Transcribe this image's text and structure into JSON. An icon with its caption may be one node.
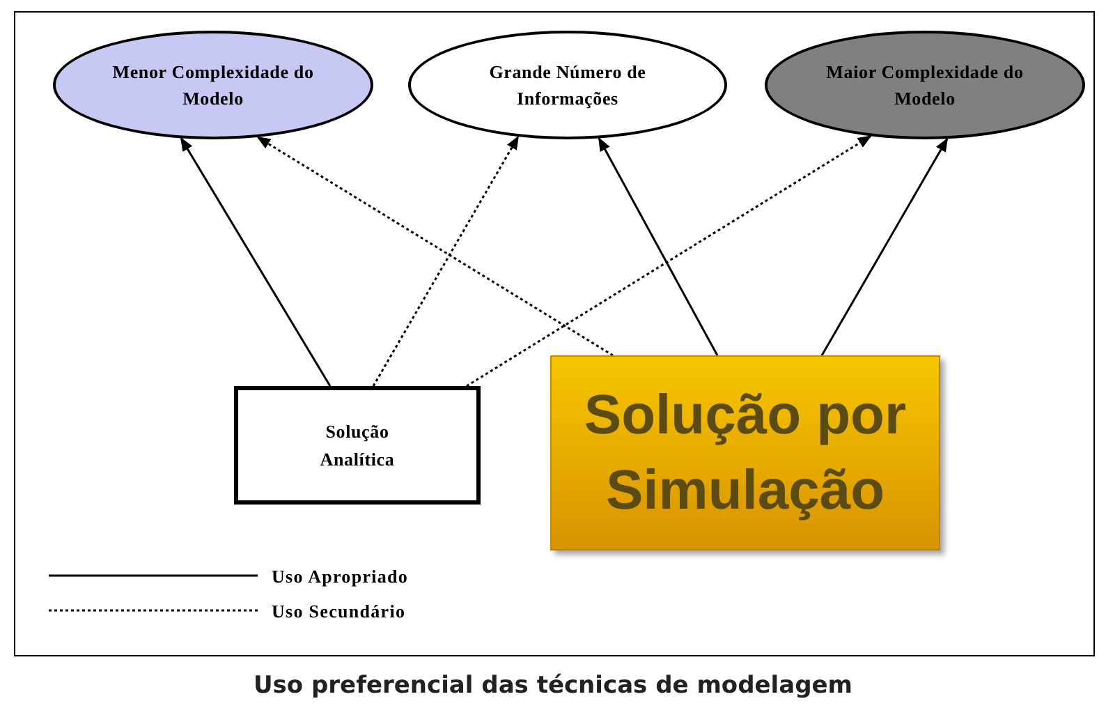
{
  "diagram": {
    "caption": "Uso preferencial das técnicas de modelagem",
    "nodes": [
      {
        "text": [
          "Menor Complexidade do Modelo"
        ]
      },
      {
        "text": [
          "Grande Número de Informações"
        ]
      },
      {
        "text": [
          "Maior Complexidade do Modelo"
        ]
      },
      {
        "text": [
          "Solução Analítica"
        ]
      },
      {
        "text": [
          "Solução por Simulação"
        ]
      }
    ],
    "edges": [
      {
        "from": 3,
        "to": 0,
        "arrow": "to"
      },
      {
        "from": 3,
        "to": 1,
        "arrow": "to",
        "style": "dashed"
      },
      {
        "from": 3,
        "to": 2,
        "arrow": "to",
        "style": "dashed"
      },
      {
        "from": 4,
        "to": 0,
        "arrow": "to",
        "style": "dashed"
      },
      {
        "from": 4,
        "to": 1,
        "arrow": "to"
      },
      {
        "from": 4,
        "to": 2,
        "arrow": "to"
      }
    ],
    "legend": [
      {
        "text": "Uso Apropriado"
      },
      {
        "text": "Uso Secundário"
      }
    ]
  }
}
